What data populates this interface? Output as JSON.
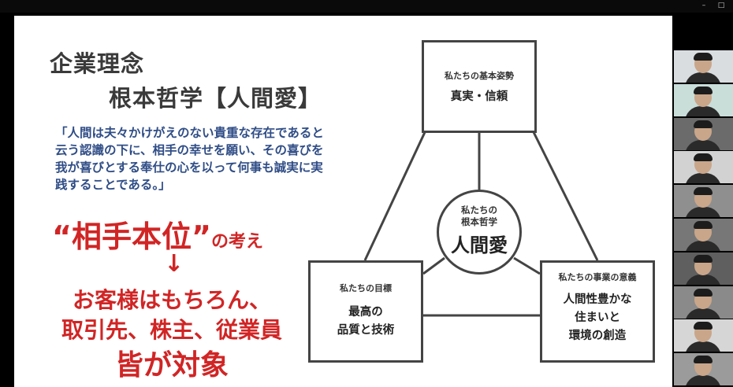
{
  "window": {
    "minimize_glyph": "–",
    "close_glyph": "□"
  },
  "slide": {
    "title_line1": "企業理念",
    "title_line2": "根本哲学【人間愛】",
    "quote": "「人間は夫々かけがえのない貴重な存在であると\n云う認識の下に、相手の幸せを願い、その喜びを\n我が喜びとする奉仕の心を以って何事も誠実に実\n践することである。」",
    "slogan_main": "“相手本位”",
    "slogan_suffix": "の考え",
    "arrow": "↓",
    "target_line1": "お客様はもちろん、",
    "target_line2": "取引先、株主、従業員",
    "target_line3": "皆が対象"
  },
  "diagram": {
    "top": {
      "label": "私たちの基本姿勢",
      "main": "真実・信頼"
    },
    "left": {
      "label": "私たちの目標",
      "main_line1": "最高の",
      "main_line2": "品質と技術"
    },
    "right": {
      "label": "私たちの事業の意義",
      "main_line1": "人間性豊かな",
      "main_line2": "住まいと",
      "main_line3": "環境の創造"
    },
    "center": {
      "line1": "私たちの",
      "line2": "根本哲学",
      "main": "人間愛"
    },
    "line_color": "#444444"
  },
  "participants": [
    {
      "bg": "#d9dde0",
      "name": ""
    },
    {
      "bg": "#c9ddd9",
      "name": ""
    },
    {
      "bg": "#6b6b6b",
      "name": ""
    },
    {
      "bg": "#d2d2d2",
      "name": ""
    },
    {
      "bg": "#8f8f8f",
      "name": ""
    },
    {
      "bg": "#777777",
      "name": ""
    },
    {
      "bg": "#5f5f5f",
      "name": ""
    },
    {
      "bg": "#8a8a8a",
      "name": ""
    },
    {
      "bg": "#d6d6d6",
      "name": ""
    },
    {
      "bg": "#9b9b9b",
      "name": ""
    }
  ]
}
